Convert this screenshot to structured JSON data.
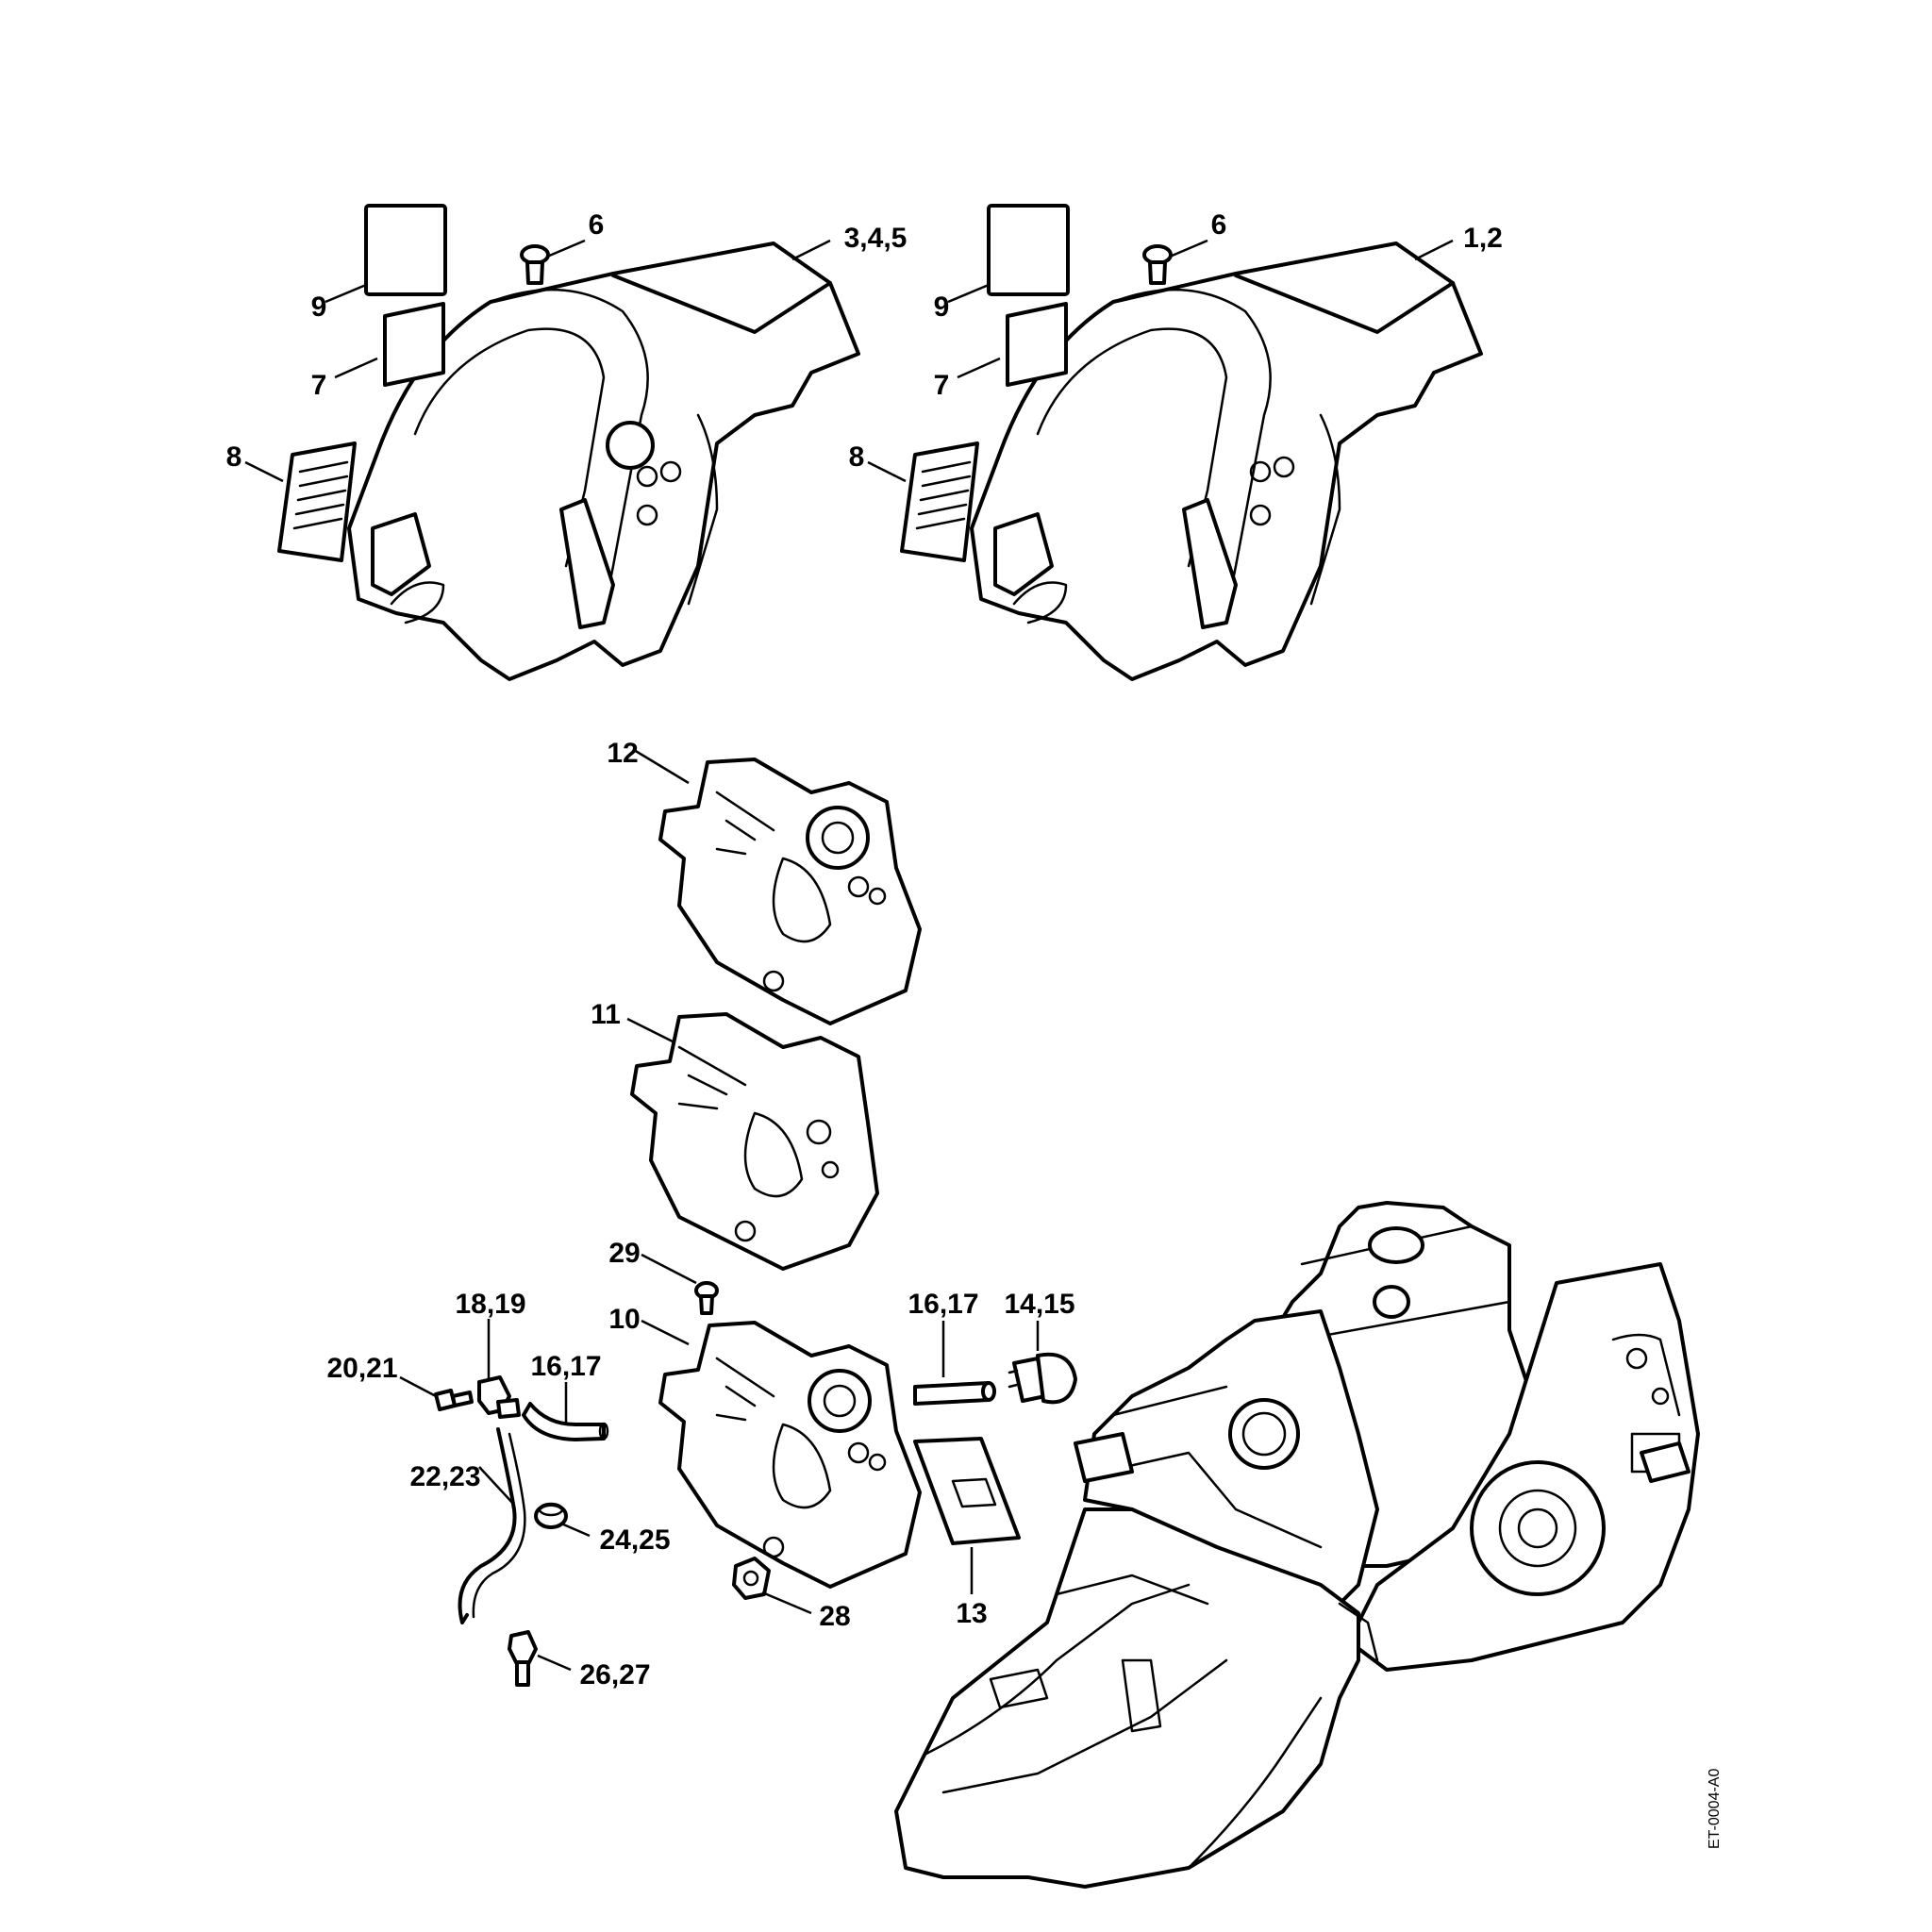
{
  "document_id": "ET-0004-A0",
  "callouts": {
    "c1": "6",
    "c2": "3,4,5",
    "c3": "9",
    "c4": "7",
    "c5": "8",
    "c6": "6",
    "c7": "1,2",
    "c8": "9",
    "c9": "7",
    "c10": "8",
    "c11": "12",
    "c12": "11",
    "c13": "29",
    "c14": "10",
    "c15": "18,19",
    "c16": "20,21",
    "c17": "16,17",
    "c18": "22,23",
    "c19": "24,25",
    "c20": "26,27",
    "c21": "28",
    "c22": "16,17",
    "c23": "14,15",
    "c24": "13"
  }
}
